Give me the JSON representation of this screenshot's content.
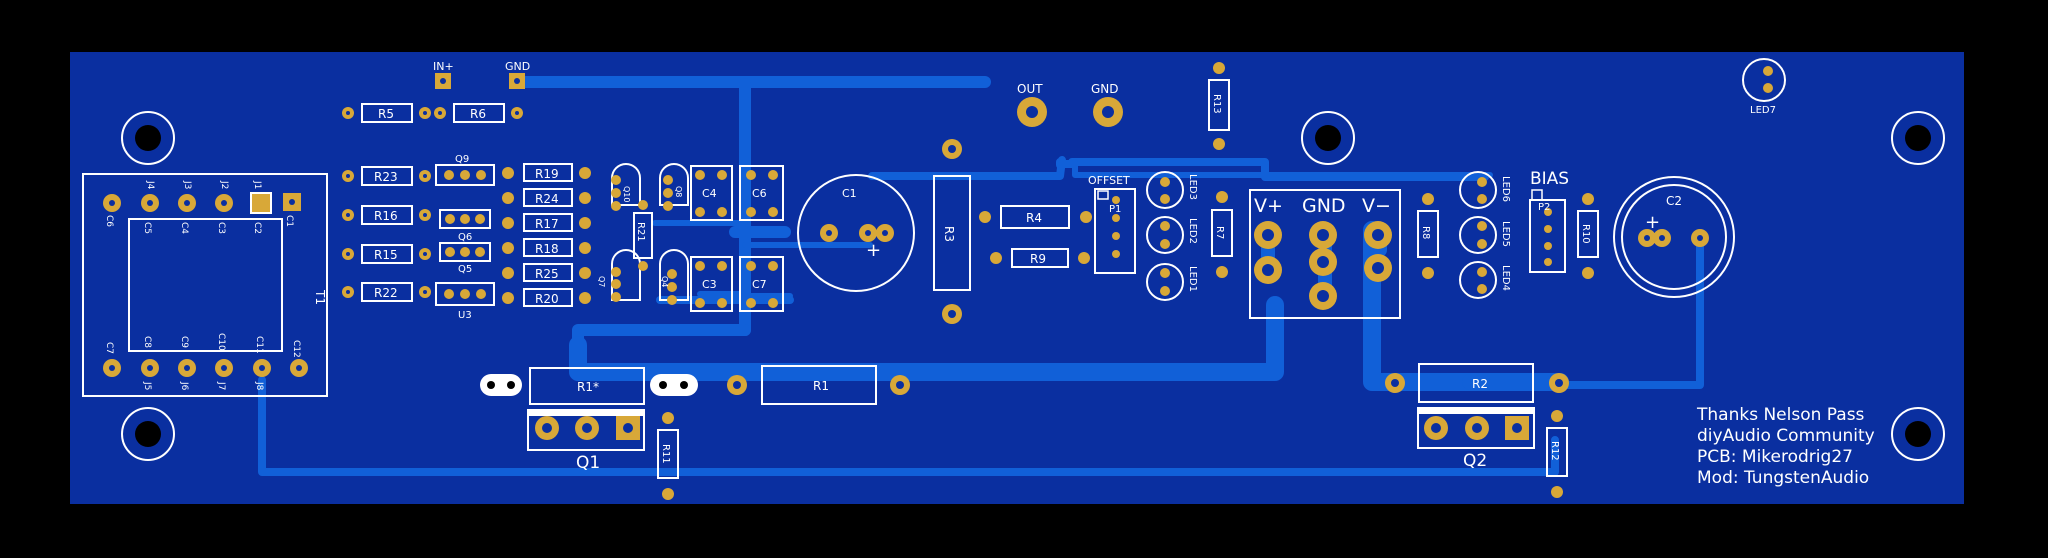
{
  "colors": {
    "board": "#0a2fa0",
    "track": "#1160d8",
    "pad": "#d8a838",
    "silk": "#ffffff",
    "background": "#000000"
  },
  "connectors": {
    "in_plus": "IN+",
    "gnd_in": "GND",
    "out": "OUT",
    "gnd_out": "GND",
    "offset": "OFFSET",
    "bias": "BIAS",
    "v_plus": "V+",
    "gnd_power": "GND",
    "v_minus": "V−"
  },
  "transformer": {
    "label": "T1",
    "top_pins": [
      "J4",
      "J3",
      "J2",
      "J1"
    ],
    "top_caps_left": "C6",
    "top_caps": [
      "C5",
      "C4",
      "C3",
      "C2"
    ],
    "top_caps_right": "C1",
    "bottom_caps_left": "C7",
    "bottom_caps": [
      "C8",
      "C9",
      "C10",
      "C11"
    ],
    "bottom_caps_right": "C12",
    "bottom_pins": [
      "J5",
      "J6",
      "J7",
      "J8"
    ]
  },
  "resistors": {
    "r5": "R5",
    "r6": "R6",
    "r23": "R23",
    "r16": "R16",
    "r15": "R15",
    "r22": "R22",
    "r19": "R19",
    "r24": "R24",
    "r17": "R17",
    "r18": "R18",
    "r25": "R25",
    "r20": "R20",
    "r21": "R21",
    "r3": "R3",
    "r4": "R4",
    "r9": "R9",
    "r13": "R13",
    "r7": "R7",
    "r8": "R8",
    "r10": "R10",
    "r1_star": "R1*",
    "r1": "R1",
    "r2": "R2",
    "r11": "R11",
    "r12": "R12"
  },
  "ics": {
    "q9": "Q9",
    "q6": "Q6",
    "q5": "Q5",
    "u3": "U3",
    "q10": "Q10",
    "q8": "Q8",
    "q7": "Q7",
    "q4": "Q4"
  },
  "caps": {
    "c4": "C4",
    "c6": "C6",
    "c3": "C3",
    "c7": "C7",
    "c1": "C1",
    "c2": "C2",
    "plus": "+"
  },
  "pots": {
    "p1": "P1",
    "p2": "P2"
  },
  "leds": [
    "LED3",
    "LED2",
    "LED1",
    "LED6",
    "LED5",
    "LED4",
    "LED7"
  ],
  "transistors": {
    "q1": "Q1",
    "q2": "Q2"
  },
  "credits": [
    "Thanks Nelson Pass",
    "diyAudio Community",
    "PCB: Mikerodrig27",
    "Mod: TungstenAudio"
  ]
}
